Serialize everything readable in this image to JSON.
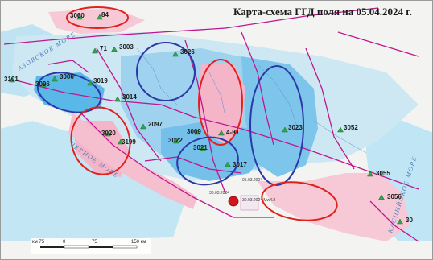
{
  "map": {
    "title": "Карта-схема ГГД поля на 05.04.2024 г.",
    "seas": [
      {
        "name": "АЗОВСКОЕ МОРЕ"
      },
      {
        "name": "ЧЕРНОЕ МОРЕ"
      },
      {
        "name": "КАСПИЙСКОЕ МОРЕ"
      }
    ],
    "stations": [
      {
        "id": "3060"
      },
      {
        "id": "84"
      },
      {
        "id": "71"
      },
      {
        "id": "3003"
      },
      {
        "id": "3101"
      },
      {
        "id": "3006"
      },
      {
        "id": "3096"
      },
      {
        "id": "3019"
      },
      {
        "id": "3014"
      },
      {
        "id": "3020"
      },
      {
        "id": "2097"
      },
      {
        "id": "3199"
      },
      {
        "id": "3022"
      },
      {
        "id": "3026"
      },
      {
        "id": "3069"
      },
      {
        "id": "4-Ю"
      },
      {
        "id": "3021"
      },
      {
        "id": "3017"
      },
      {
        "id": "3023"
      },
      {
        "id": "3052"
      },
      {
        "id": "3055"
      },
      {
        "id": "3056"
      },
      {
        "id": "30"
      }
    ],
    "event_labels": [
      {
        "text": "05.03.2024"
      },
      {
        "text": "30.03.2024"
      },
      {
        "text": "30.03.2024 Mw4.8"
      }
    ],
    "scale": {
      "labels": [
        "км 75",
        "0",
        "75",
        "150 км"
      ]
    },
    "colors": {
      "ocean": "#b8e2f2",
      "land": "#f3f4f1",
      "low_anomaly": "#5ab8e8",
      "high_anomaly": "#f4b5c8",
      "fault": "#c0168e",
      "highlight_red": "#e0221e",
      "highlight_blue": "#2b38a8",
      "station": "#2fa64b",
      "epicenter": "#d1151b"
    }
  }
}
